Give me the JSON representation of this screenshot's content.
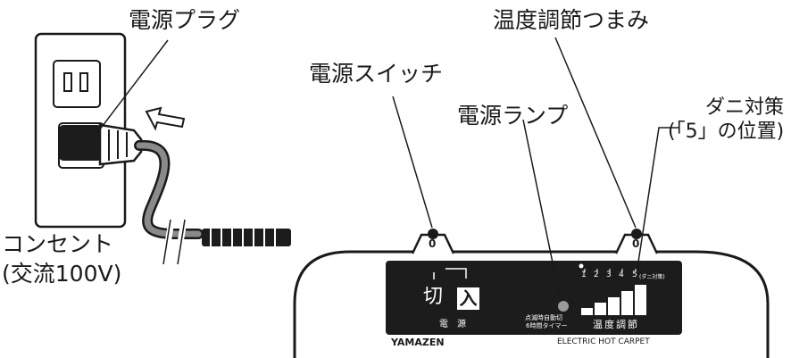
{
  "labels": {
    "power_plug": "電源プラグ",
    "power_switch": "電源スイッチ",
    "power_lamp": "電源ランプ",
    "temp_knob": "温度調節つまみ",
    "mite_line1": "ダニ対策",
    "mite_line2": "(「5」の位置)",
    "outlet_line1": "コンセント",
    "outlet_line2": "(交流100V)"
  },
  "panel": {
    "switch_off": "切",
    "switch_on": "入",
    "power_caption": "電　源",
    "timer_line1": "点滅時自動切",
    "timer_line2": "6時間タイマー",
    "temp_caption": "温度調節",
    "scale": [
      "1",
      "2",
      "3",
      "4",
      "5"
    ],
    "mite_note": "(ダニ対策)",
    "knob_mark": "0",
    "switch_mark": "0",
    "brand": "YAMAZEN",
    "product": "ELECTRIC HOT CARPET"
  },
  "colors": {
    "ink": "#1a1a1a",
    "panel": "#1c1c1c",
    "lamp": "#9a9a9a",
    "cord_gray": "#8a8a8a"
  }
}
